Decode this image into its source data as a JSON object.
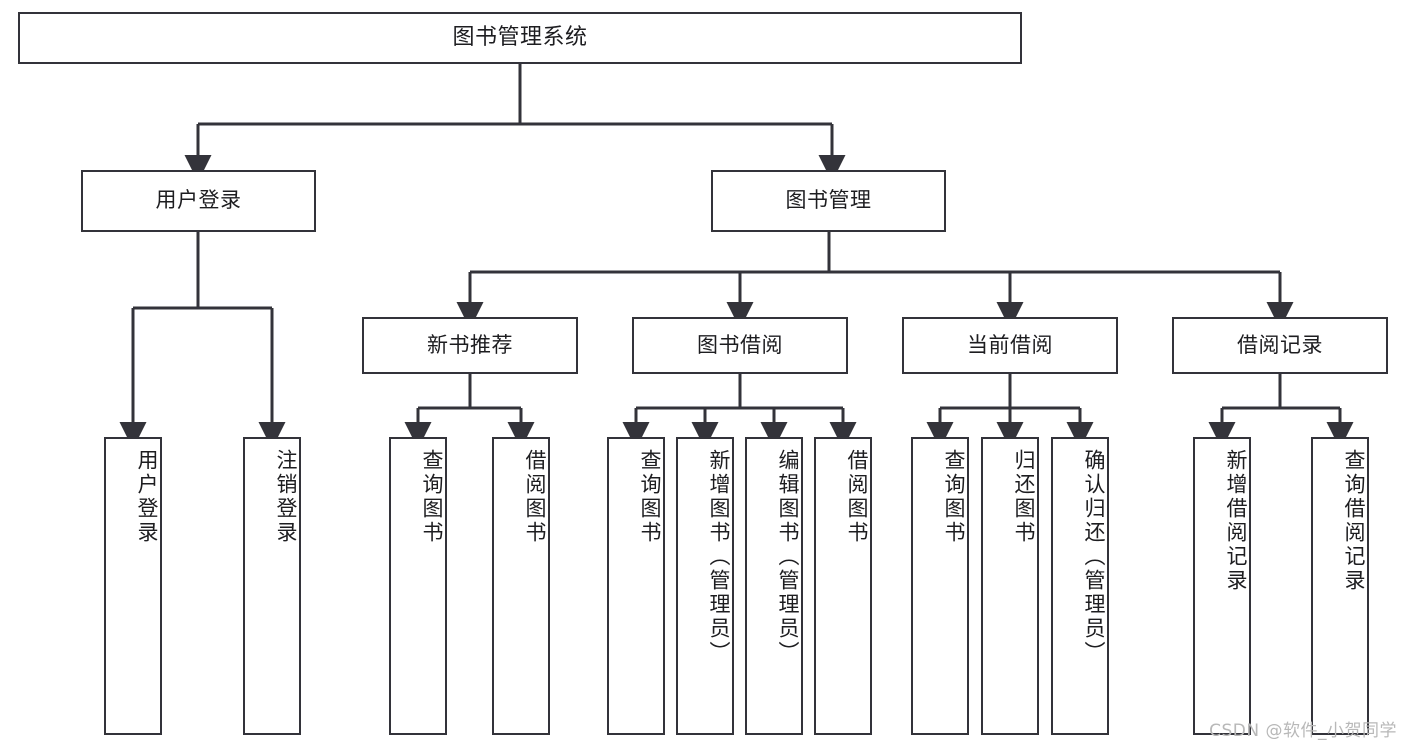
{
  "diagram": {
    "title": "图书管理系统",
    "type": "tree-hierarchy-chart",
    "stroke_color": "#33333a",
    "text_color": "#1d1d20",
    "background_color": "#ffffff"
  },
  "nodes": {
    "root": {
      "label": "图书管理系统"
    },
    "level2": [
      {
        "label": "用户登录"
      },
      {
        "label": "图书管理"
      }
    ],
    "level3": [
      {
        "label": "新书推荐"
      },
      {
        "label": "图书借阅"
      },
      {
        "label": "当前借阅"
      },
      {
        "label": "借阅记录"
      }
    ],
    "leaves": {
      "user_login": [
        {
          "label": "用户登录"
        },
        {
          "label": "注销登录"
        }
      ],
      "new_book_recommend": [
        {
          "label": "查询图书"
        },
        {
          "label": "借阅图书"
        }
      ],
      "book_borrow": [
        {
          "label": "查询图书"
        },
        {
          "label": "新增图书（管理员）"
        },
        {
          "label": "编辑图书（管理员）"
        },
        {
          "label": "借阅图书"
        }
      ],
      "current_borrow": [
        {
          "label": "查询图书"
        },
        {
          "label": "归还图书"
        },
        {
          "label": "确认归还（管理员）"
        }
      ],
      "borrow_record": [
        {
          "label": "新增借阅记录"
        },
        {
          "label": "查询借阅记录"
        }
      ]
    }
  },
  "watermark": {
    "text": "CSDN @软件_小贺同学"
  }
}
